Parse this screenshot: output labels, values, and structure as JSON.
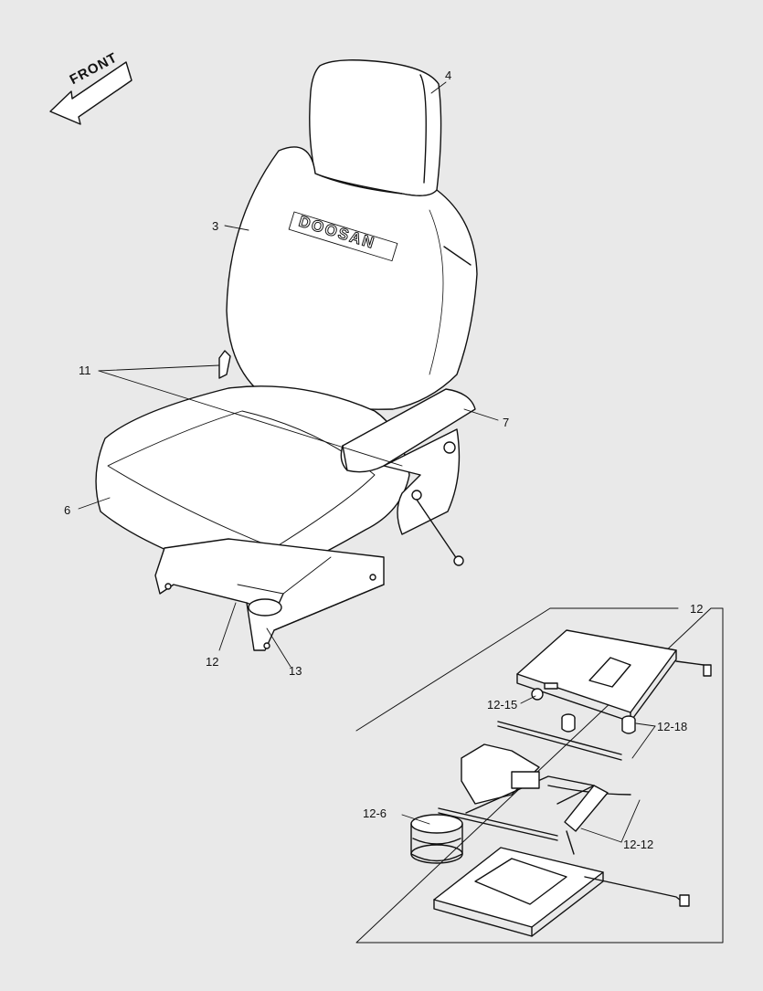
{
  "diagram": {
    "type": "exploded parts diagram",
    "subject": "Operator seat assembly",
    "background": "#e9e9e9",
    "line_color": "#111111",
    "orientation_arrow": {
      "label": "FRONT",
      "icon": "front-arrow-icon"
    },
    "brand_mark": "DOOSAN",
    "callouts": [
      {
        "id": "4",
        "label": "4",
        "part": "headrest"
      },
      {
        "id": "3",
        "label": "3",
        "part": "seat back cushion"
      },
      {
        "id": "11",
        "label": "11",
        "part": "lever / belt anchor"
      },
      {
        "id": "7",
        "label": "7",
        "part": "armrest"
      },
      {
        "id": "6",
        "label": "6",
        "part": "seat cushion"
      },
      {
        "id": "12",
        "label": "12",
        "part": "suspension assembly"
      },
      {
        "id": "13",
        "label": "13",
        "part": "adjust handle"
      }
    ],
    "detail_box": {
      "label": "12",
      "callouts": [
        {
          "id": "12-15",
          "label": "12-15"
        },
        {
          "id": "12-18",
          "label": "12-18"
        },
        {
          "id": "12-6",
          "label": "12-6"
        },
        {
          "id": "12-12",
          "label": "12-12"
        }
      ]
    }
  }
}
